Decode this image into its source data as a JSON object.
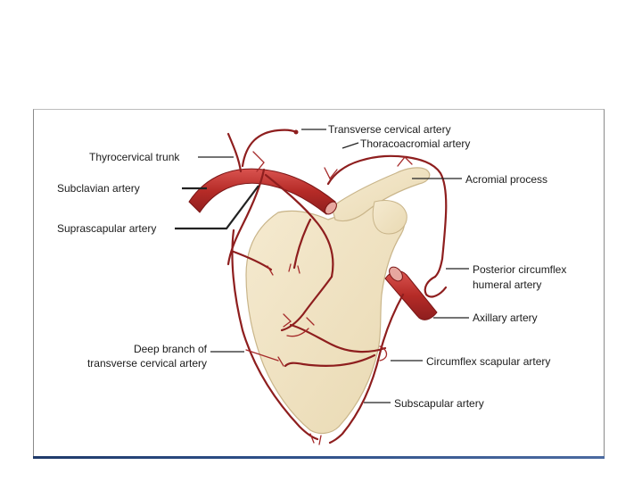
{
  "labels": {
    "transverse_cervical_artery": "Transverse cervical artery",
    "thoracoacromial_artery": "Thoracoacromial artery",
    "thyrocervical_trunk": "Thyrocervical trunk",
    "subclavian_artery": "Subclavian artery",
    "acromial_process": "Acromial process",
    "suprascapular_artery": "Suprascapular artery",
    "posterior_circumflex_line1": "Posterior circumflex",
    "posterior_circumflex_line2": "humeral artery",
    "axillary_artery": "Axillary artery",
    "deep_branch_line1": "Deep branch of",
    "deep_branch_line2": "transverse cervical artery",
    "circumflex_scapular_artery": "Circumflex scapular artery",
    "subscapular_artery": "Subscapular artery"
  },
  "colors": {
    "scapula": "#f1e4c3",
    "artery_dark": "#8e1e1e",
    "artery_mid": "#c0392b",
    "artery_light": "#e7a79f",
    "accent_bar": "#2d4f88"
  }
}
